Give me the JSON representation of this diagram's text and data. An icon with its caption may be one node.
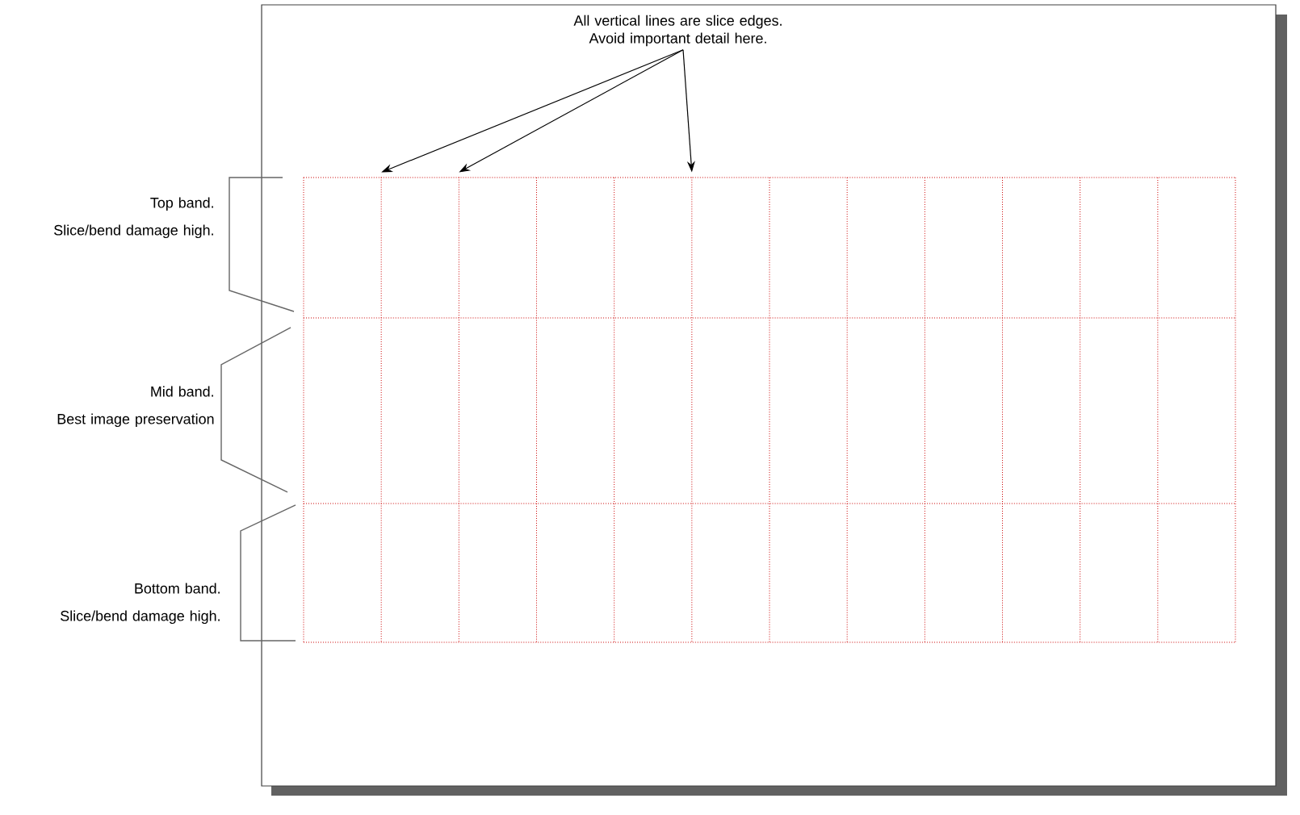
{
  "diagram": {
    "nodes": [
      {
        "text": [
          "All vertical lines are slice edges. Avoid important detail here."
        ]
      },
      {
        "text": [],
        "shape": "bar"
      },
      {
        "text": [],
        "shape": "bar"
      },
      {
        "text": [],
        "shape": "bar"
      }
    ],
    "edges": [
      {
        "from": 0,
        "to": 1,
        "arrow": "to"
      },
      {
        "from": 0,
        "to": 2,
        "arrow": "to"
      },
      {
        "from": 0,
        "to": 3,
        "arrow": "to"
      }
    ],
    "labels": [
      "Top band.",
      "Slice/bend damage high.",
      "Mid band.",
      "Best image preservation",
      "Bottom band.",
      "Slice/bend damage high."
    ]
  }
}
